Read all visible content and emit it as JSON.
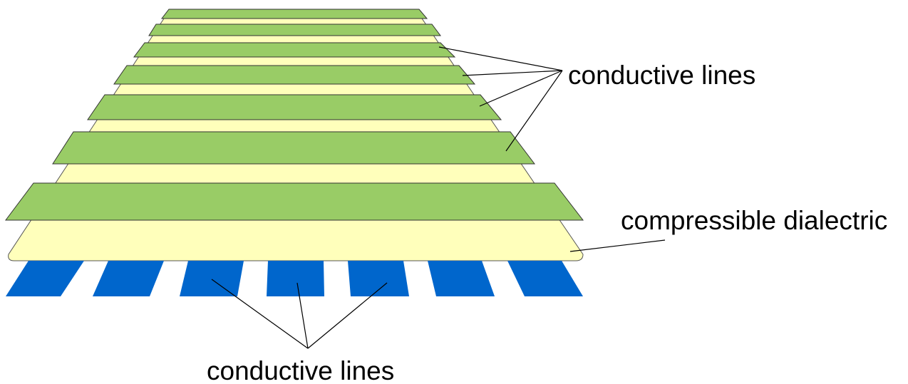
{
  "labels": {
    "top_lines": "conductive lines",
    "dielectric": "compressible dialectric",
    "bottom_lines": "conductive lines"
  },
  "colors": {
    "top_lines_fill": "#99cc66",
    "dielectric_fill": "#ffffbb",
    "bottom_lines_fill": "#0066cc",
    "outline": "#333333"
  }
}
